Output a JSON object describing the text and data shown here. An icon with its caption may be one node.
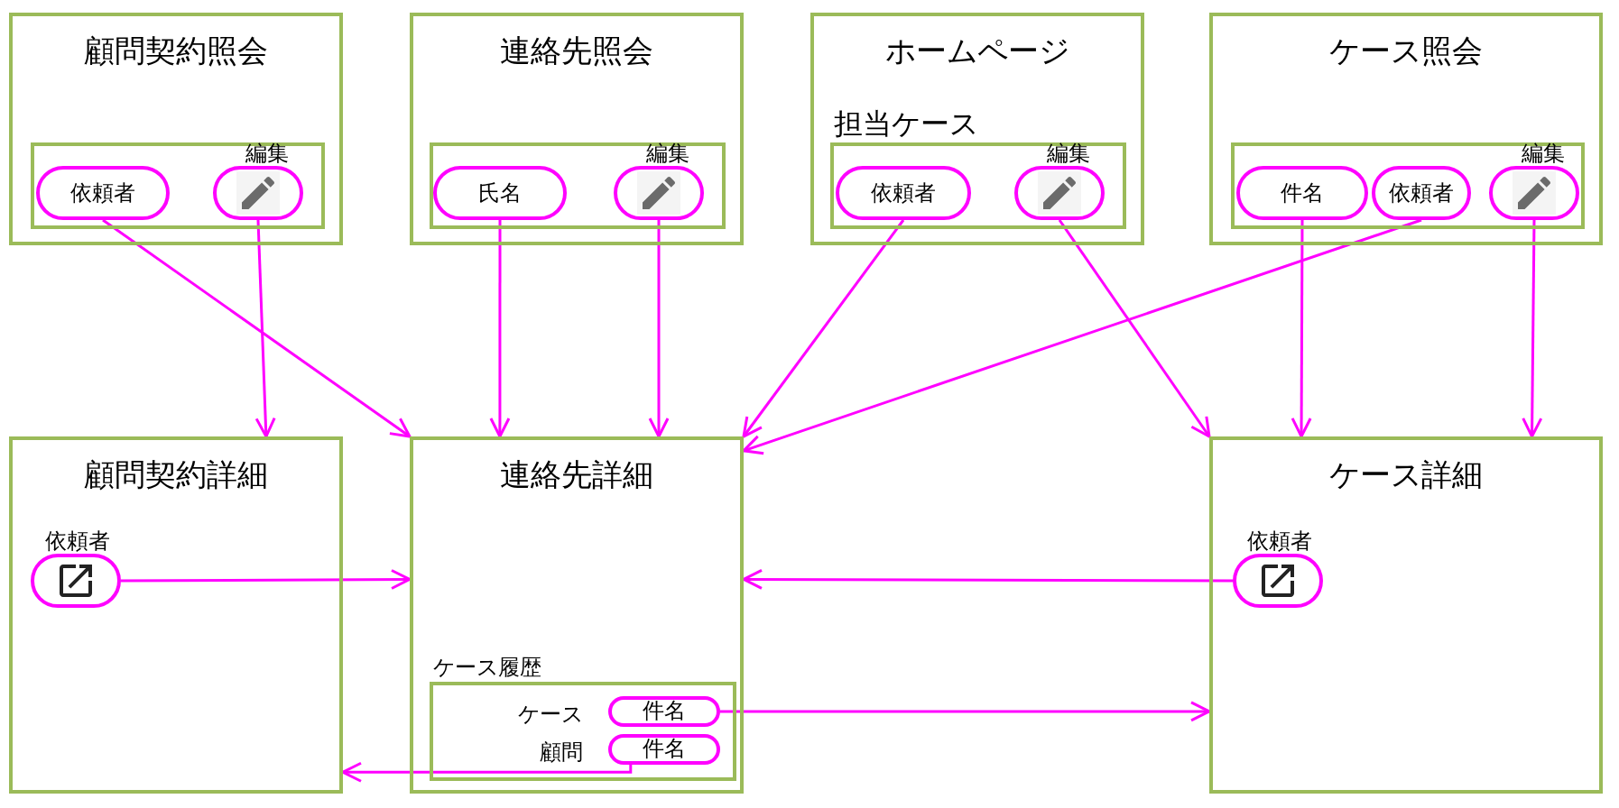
{
  "diagram": {
    "nodes": [
      {
        "text": [
          "顧問契約照会"
        ]
      },
      {
        "text": [],
        "shape": "box",
        "in": 0
      },
      {
        "text": [
          "依頼者"
        ],
        "in": 1
      },
      {
        "text": [
          "編集"
        ],
        "in": 1
      },
      {
        "text": [
          "連絡先照会"
        ]
      },
      {
        "text": [],
        "shape": "box",
        "in": 4
      },
      {
        "text": [
          "氏名"
        ],
        "in": 5
      },
      {
        "text": [
          "編集"
        ],
        "in": 5
      },
      {
        "text": [
          "ホームページ"
        ]
      },
      {
        "text": [
          "担当ケース"
        ],
        "in": 8
      },
      {
        "text": [
          "依頼者"
        ],
        "in": 9
      },
      {
        "text": [
          "編集"
        ],
        "in": 9
      },
      {
        "text": [
          "ケース照会"
        ]
      },
      {
        "text": [],
        "shape": "box",
        "in": 12
      },
      {
        "text": [
          "件名"
        ],
        "in": 13
      },
      {
        "text": [
          "依頼者"
        ],
        "in": 13
      },
      {
        "text": [
          "編集"
        ],
        "in": 13
      },
      {
        "text": [
          "顧問契約詳細"
        ]
      },
      {
        "text": [
          "依頼者"
        ],
        "in": 17
      },
      {
        "text": [
          "連絡先詳細"
        ]
      },
      {
        "text": [
          "ケース履歴"
        ],
        "in": 19
      },
      {
        "text": [
          "件名"
        ],
        "beside": [
          "ケース"
        ],
        "in": 20
      },
      {
        "text": [
          "件名"
        ],
        "beside": [
          "顧問"
        ],
        "in": 20
      },
      {
        "text": [
          "ケース詳細"
        ]
      },
      {
        "text": [
          "依頼者"
        ],
        "in": 23
      }
    ],
    "edges": [
      {
        "from": 2,
        "to": 19,
        "arrow": "to"
      },
      {
        "from": 3,
        "to": 17,
        "arrow": "to"
      },
      {
        "from": 6,
        "to": 19,
        "arrow": "to"
      },
      {
        "from": 7,
        "to": 19,
        "arrow": "to"
      },
      {
        "from": 10,
        "to": 19,
        "arrow": "to"
      },
      {
        "from": 11,
        "to": 23,
        "arrow": "to"
      },
      {
        "from": 14,
        "to": 23,
        "arrow": "to"
      },
      {
        "from": 15,
        "to": 19,
        "arrow": "to"
      },
      {
        "from": 16,
        "to": 23,
        "arrow": "to"
      },
      {
        "from": 18,
        "to": 19,
        "arrow": "to"
      },
      {
        "from": 24,
        "to": 19,
        "arrow": "to"
      },
      {
        "from": 21,
        "to": 23,
        "arrow": "to"
      },
      {
        "from": 22,
        "to": 17,
        "arrow": "to"
      }
    ]
  }
}
